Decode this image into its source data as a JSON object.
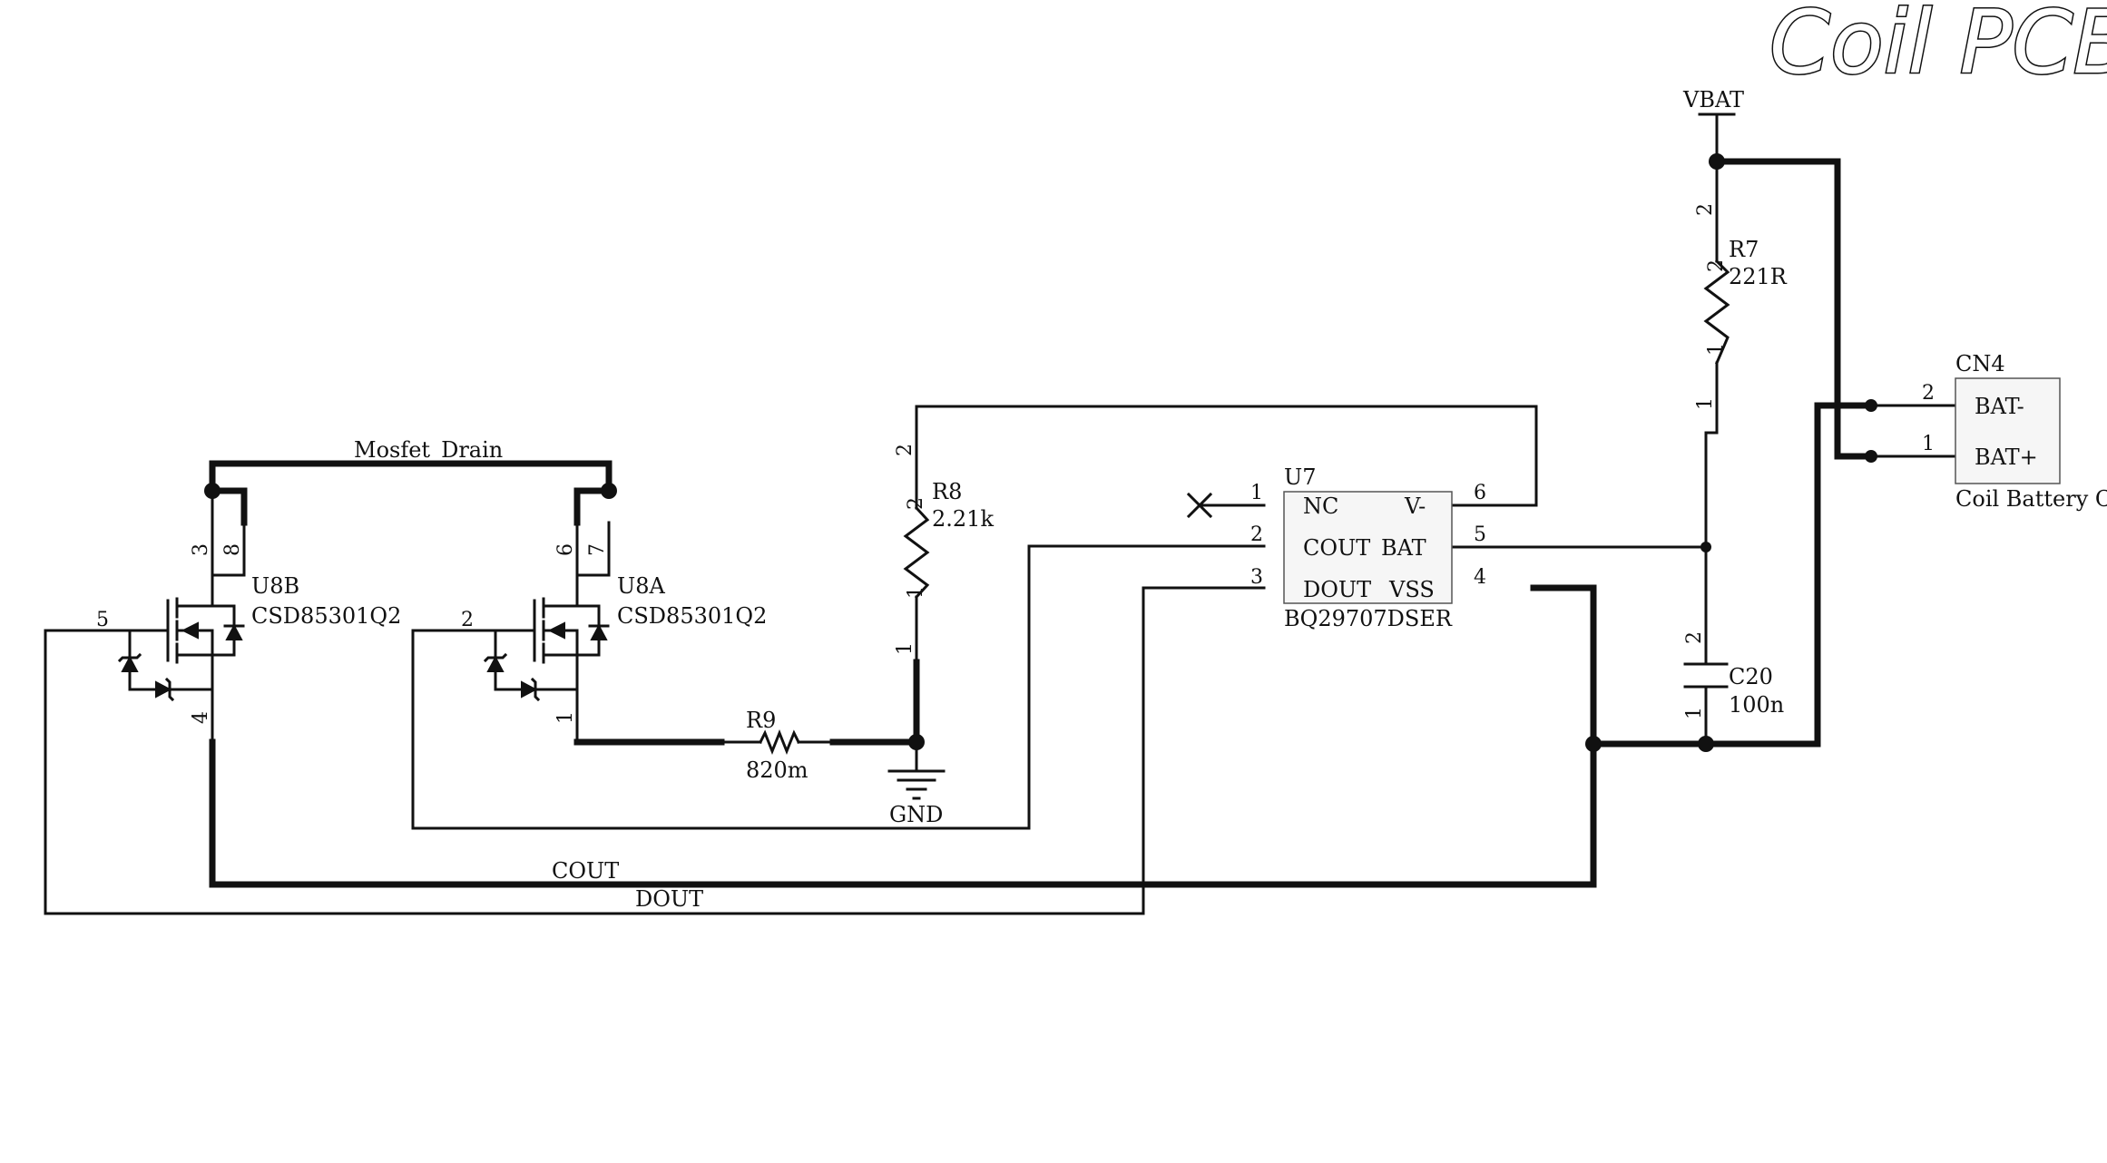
{
  "title": "Coil PCB",
  "net_labels": {
    "vbat": "VBAT",
    "gnd": "GND",
    "mosfet_drain": "Mosfet_Drain",
    "cout": "COUT",
    "dout": "DOUT"
  },
  "components": {
    "u8b": {
      "ref": "U8B",
      "part": "CSD85301Q2",
      "pins": {
        "p3": "3",
        "p8": "8",
        "p5": "5",
        "p4": "4"
      }
    },
    "u8a": {
      "ref": "U8A",
      "part": "CSD85301Q2",
      "pins": {
        "p6": "6",
        "p7": "7",
        "p2": "2",
        "p1": "1"
      }
    },
    "r8": {
      "ref": "R8",
      "value": "2.21k",
      "pins": {
        "top": "2",
        "bottom": "1",
        "inner_top": "2",
        "inner_bottom": "1"
      }
    },
    "r9": {
      "ref": "R9",
      "value": "820m"
    },
    "r7": {
      "ref": "R7",
      "value": "221R",
      "pins": {
        "top": "2",
        "bottom": "1",
        "inner_top": "2",
        "inner_bottom": "1"
      }
    },
    "c20": {
      "ref": "C20",
      "value": "100n",
      "pins": {
        "top": "2",
        "bottom": "1"
      }
    },
    "u7": {
      "ref": "U7",
      "part": "BQ29707DSER",
      "pin_names": {
        "nc": "NC",
        "cout": "COUT",
        "dout": "DOUT",
        "vminus": "V-",
        "bat": "BAT",
        "vss": "VSS"
      },
      "pin_numbers": {
        "nc": "1",
        "cout": "2",
        "dout": "3",
        "vminus": "6",
        "bat": "5",
        "vss": "4"
      }
    },
    "cn4": {
      "ref": "CN4",
      "part": "Coil Battery Co",
      "pin_names": {
        "bat_minus": "BAT-",
        "bat_plus": "BAT+"
      },
      "pin_numbers": {
        "bat_minus": "2",
        "bat_plus": "1"
      }
    }
  }
}
